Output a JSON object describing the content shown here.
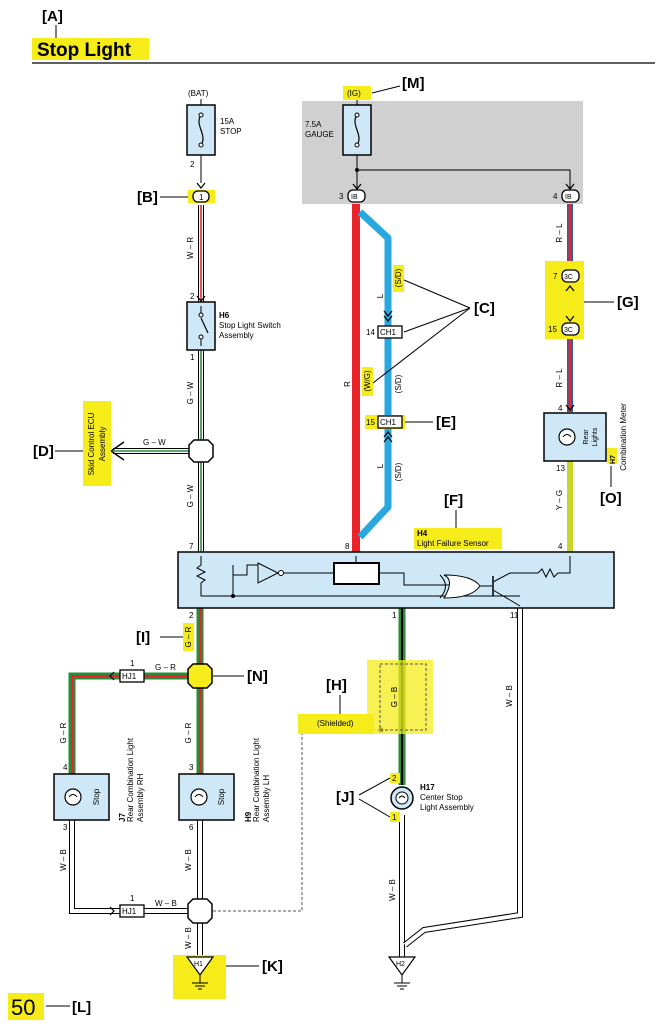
{
  "header": {
    "marker_a": "[A]",
    "title": "Stop Light"
  },
  "power": {
    "bat": "(BAT)",
    "ig": "(IG)",
    "marker_m": "[M]",
    "fuse_stop_amp": "15A",
    "fuse_stop_name": "STOP",
    "fuse_gauge_amp": "7.5A",
    "fuse_gauge_name": "GAUGE"
  },
  "connectors": {
    "c1": "1",
    "ib": "IB",
    "ch1": "CH1",
    "c3c": "3C",
    "hj1": "HJ1",
    "h1": "H1",
    "h2": "H2"
  },
  "pins": {
    "p2": "2",
    "p3": "3",
    "p4": "4",
    "p7": "7",
    "p8": "8",
    "p1": "1",
    "p6": "6",
    "p11": "11",
    "p13": "13",
    "p14": "14",
    "p15": "15"
  },
  "wires": {
    "w_r": "W – R",
    "g_w": "G – W",
    "r": "R",
    "l": "L",
    "sd": "(S/D)",
    "wg": "(W/G)",
    "r_l": "R – L",
    "y_g": "Y – G",
    "g_r": "G – R",
    "w_b": "W – B",
    "g_b": "G – B",
    "shielded": "(Shielded)"
  },
  "components": {
    "h6_code": "H6",
    "h6_name1": "Stop Light Switch",
    "h6_name2": "Assembly",
    "skid_line1": "Skid Control ECU",
    "skid_line2": "Assembly",
    "h4_code": "H4",
    "h4_name": "Light Failure Sensor",
    "h7_code": "H7",
    "h7_name": "Combination Meter",
    "rear_lights1": "Rear",
    "rear_lights2": "Lights",
    "j7_code": "J7",
    "j7_name1": "Rear Combination Light",
    "j7_name2": "Assembly RH",
    "h9_code": "H9",
    "h9_name1": "Rear Combination Light",
    "h9_name2": "Assembly LH",
    "h17_code": "H17",
    "h17_name1": "Center Stop",
    "h17_name2": "Light Assembly",
    "stop": "Stop"
  },
  "callouts": {
    "b": "[B]",
    "c": "[C]",
    "d": "[D]",
    "e": "[E]",
    "f": "[F]",
    "g": "[G]",
    "h": "[H]",
    "i": "[I]",
    "j": "[J]",
    "k": "[K]",
    "l": "[L]",
    "n": "[N]",
    "o": "[O]"
  },
  "footer": {
    "page_number": "50"
  },
  "colors": {
    "highlight": "#f5ec1a",
    "component_fill": "#cfe8f7",
    "gauge_box": "#d0d0d0",
    "wire_red": "#e8242a",
    "wire_blue": "#29a8e0",
    "wire_green": "#2a8c3a",
    "wire_yellow_green": "#c7d629"
  }
}
